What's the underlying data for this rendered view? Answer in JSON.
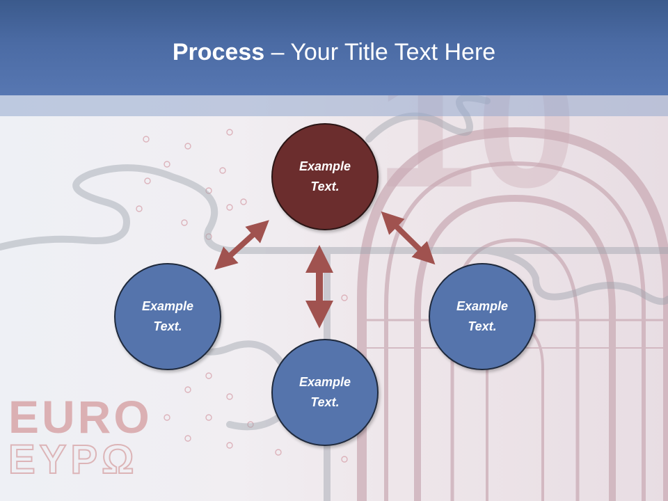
{
  "slide": {
    "title_bold": "Process",
    "title_rest": " – Your Title Text Here"
  },
  "nodes": {
    "top": "Example Text.",
    "left": "Example Text.",
    "right": "Example Text.",
    "bottom": "Example Text."
  },
  "background": {
    "banknote_word_1": "EURO",
    "banknote_word_2": "EYPΩ",
    "banknote_number": "10"
  },
  "colors": {
    "header": "#4b6ba4",
    "node_blue": "#5574ac",
    "node_brown": "#6b2d2d",
    "arrow": "#a0524f"
  }
}
